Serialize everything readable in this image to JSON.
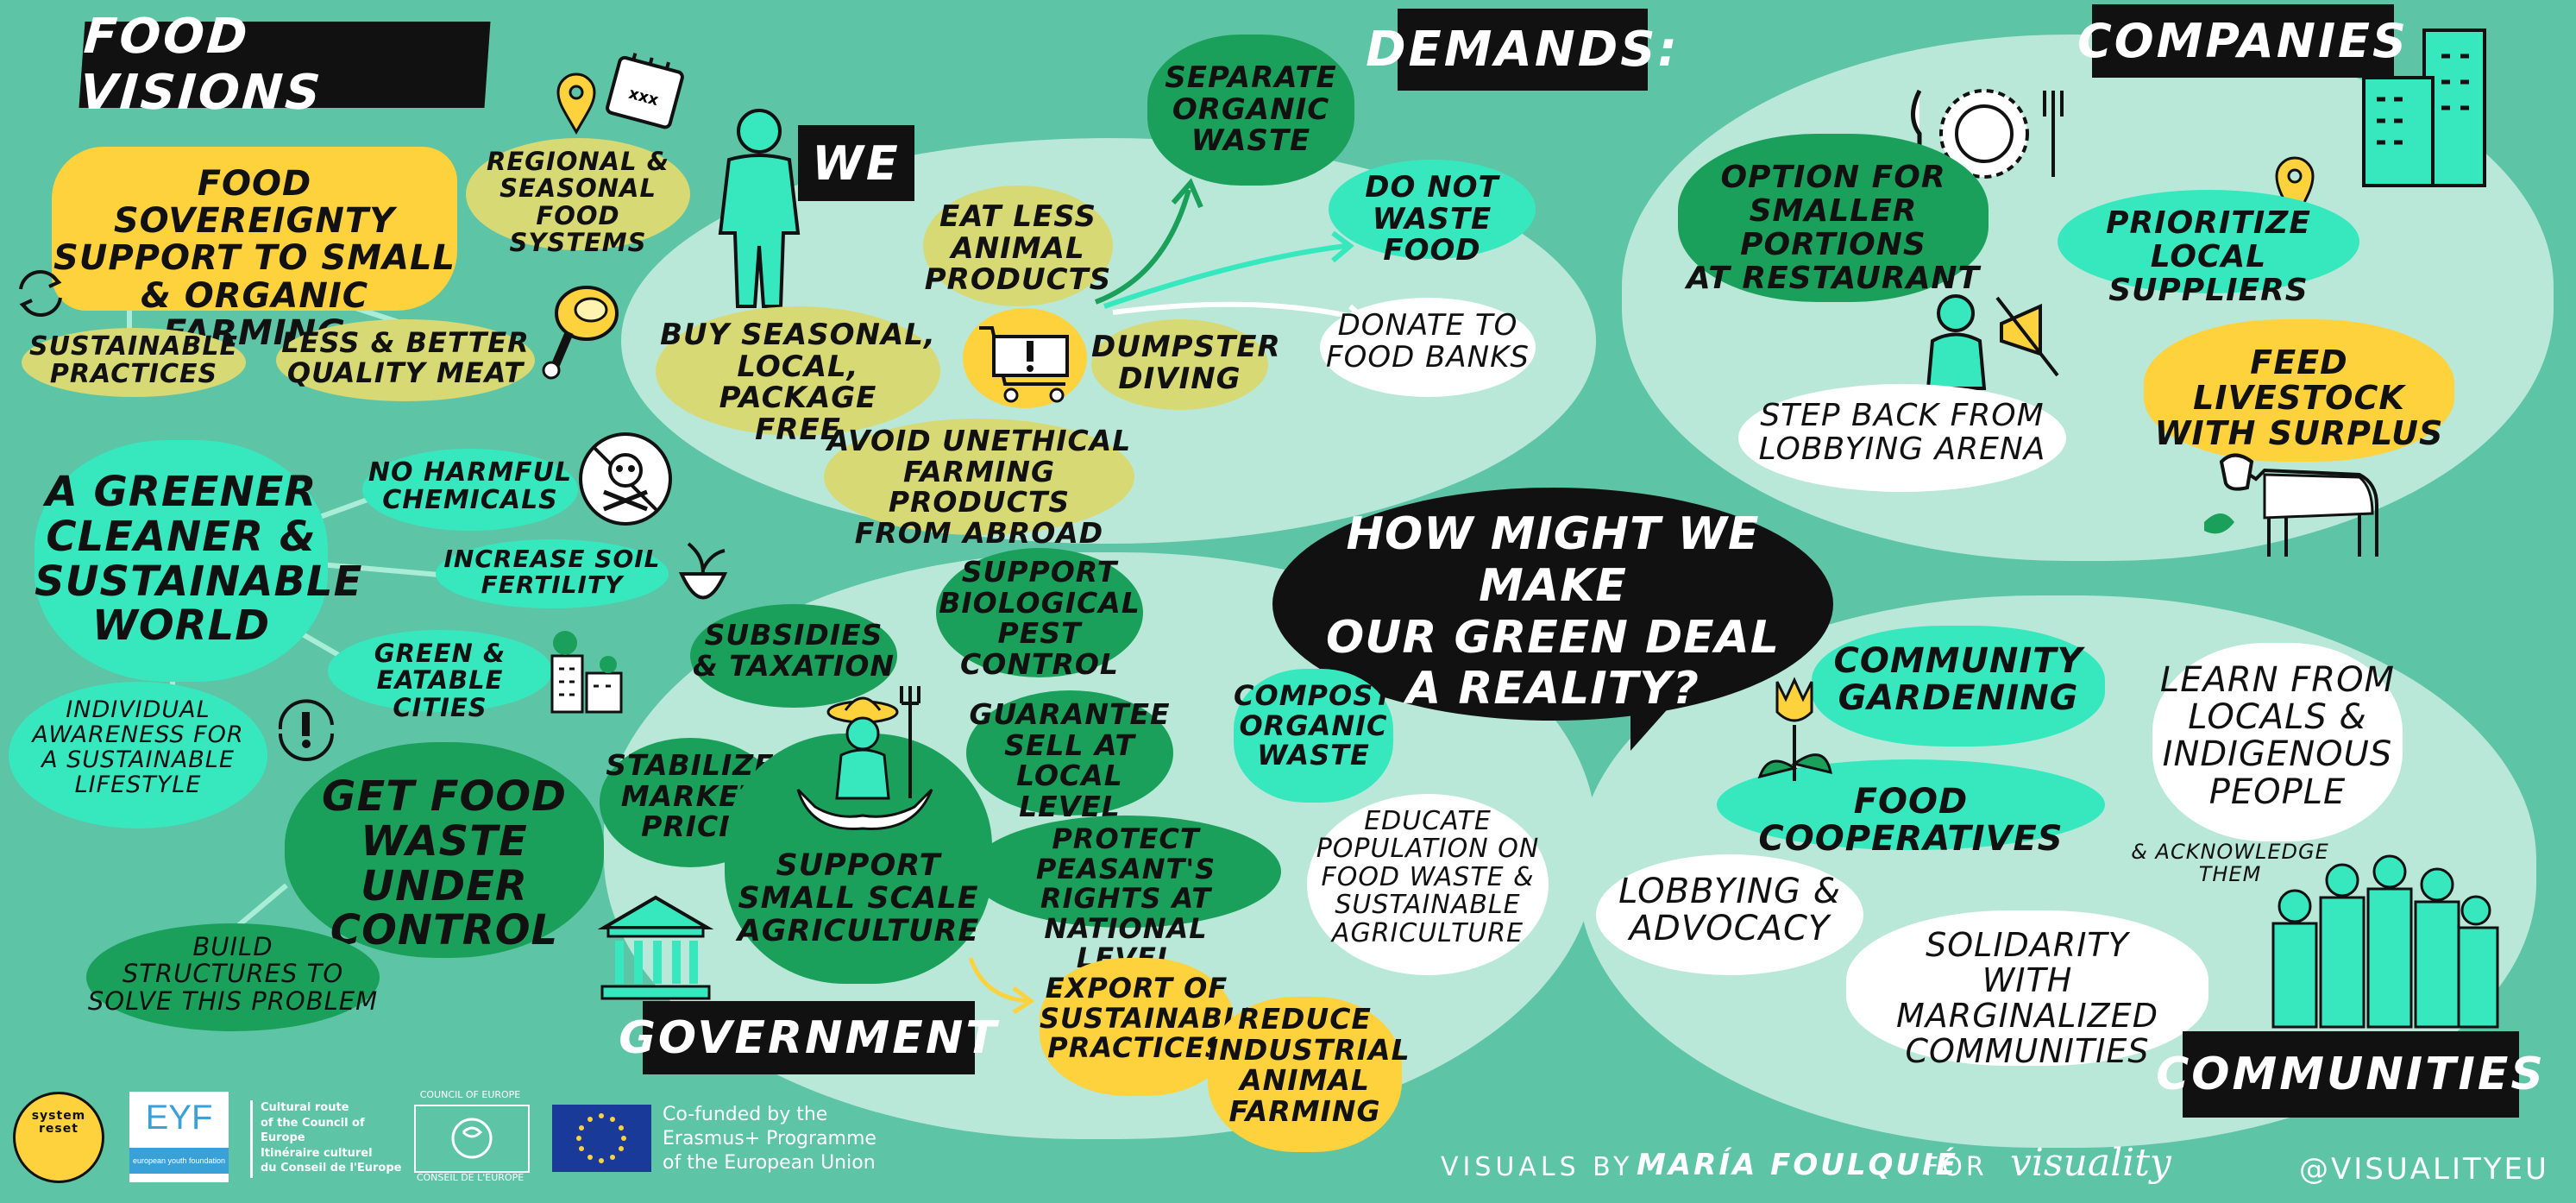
{
  "headers": {
    "food_visions": "FOOD VISIONS",
    "demands": "DEMANDS:",
    "companies": "COMPANIES",
    "we": "WE",
    "government": "GOVERNMENT",
    "communities": "COMMUNITIES"
  },
  "center_question": "HOW MIGHT WE MAKE\nOUR GREEN DEAL\nA REALITY?",
  "food_visions": {
    "food_sovereignty": "FOOD SOVEREIGNTY\nSUPPORT TO SMALL\n& ORGANIC FARMING",
    "regional": "REGIONAL &\nSEASONAL\nFOOD SYSTEMS",
    "sustainable_practices": "SUSTAINABLE\nPRACTICES",
    "less_better_meat": "LESS & BETTER\nQUALITY MEAT",
    "greener_world": "A GREENER\nCLEANER &\nSUSTAINABLE\nWORLD",
    "no_harmful": "NO HARMFUL\nCHEMICALS",
    "soil_fertility": "INCREASE SOIL\nFERTILITY",
    "green_cities": "GREEN &\nEATABLE CITIES",
    "individual_awareness": "INDIVIDUAL\nAWARENESS FOR\nA SUSTAINABLE\nLIFESTYLE",
    "food_waste": "GET FOOD\nWASTE UNDER\nCONTROL",
    "build_structures": "BUILD\nSTRUCTURES TO\nSOLVE THIS PROBLEM"
  },
  "we": {
    "separate_waste": "SEPARATE\nORGANIC\nWASTE",
    "eat_less": "EAT LESS\nANIMAL\nPRODUCTS",
    "buy_seasonal": "BUY SEASONAL,\nLOCAL, PACKAGE\nFREE",
    "dumpster": "DUMPSTER\nDIVING",
    "do_not_waste": "DO NOT\nWASTE FOOD",
    "donate": "DONATE TO\nFOOD BANKS",
    "avoid_unethical": "AVOID UNETHICAL\nFARMING PRODUCTS\nFROM ABROAD"
  },
  "companies": {
    "smaller_portions": "OPTION FOR\nSMALLER PORTIONS\nAT RESTAURANT",
    "prioritize_local": "PRIORITIZE\nLOCAL SUPPLIERS",
    "step_back": "STEP BACK FROM\nLOBBYING ARENA",
    "feed_livestock": "FEED LIVESTOCK\nWITH SURPLUS"
  },
  "government": {
    "subsidies": "SUBSIDIES\n& TAXATION",
    "bio_pest": "SUPPORT\nBIOLOGICAL\nPEST CONTROL",
    "guarantee": "GUARANTEE\nSELL AT\nLOCAL LEVEL",
    "stabilize": "STABILIZE\nMARKET\nPRICE",
    "peasants": "PROTECT PEASANT'S\nRIGHTS AT NATIONAL\nLEVEL",
    "small_scale": "SUPPORT\nSMALL SCALE\nAGRICULTURE",
    "export": "EXPORT OF\nSUSTAINABLE\nPRACTICES",
    "reduce_industrial": "REDUCE\nINDUSTRIAL\nANIMAL\nFARMING",
    "compost": "COMPOST\nORGANIC\nWASTE",
    "educate": "EDUCATE\nPOPULATION ON\nFOOD WASTE &\nSUSTAINABLE\nAGRICULTURE"
  },
  "communities": {
    "gardening": "COMMUNITY\nGARDENING",
    "cooperatives": "FOOD COOPERATIVES",
    "learn": "LEARN FROM\nLOCALS &\nINDIGENOUS\nPEOPLE",
    "acknowledge": "& ACKNOWLEDGE\nTHEM",
    "lobbying": "LOBBYING &\nADVOCACY",
    "solidarity": "SOLIDARITY\nWITH MARGINALIZED\nCOMMUNITIES"
  },
  "footer": {
    "system_reset": "system\nreset",
    "eyf": "EYF",
    "eyf_sub": "european youth foundation",
    "cultural_route": "Cultural route\nof the Council of Europe\nItinéraire culturel\ndu Conseil de l'Europe",
    "coe_top": "COUNCIL OF EUROPE",
    "coe_bottom": "CONSEIL DE L'EUROPE",
    "erasmus": "Co-funded by the\nErasmus+ Programme\nof the European Union",
    "credit_prefix": "VISUALS BY",
    "credit_name": "MARÍA FOULQUIÉ",
    "credit_for": "FOR",
    "credit_brand": "visuality",
    "credit_handle": "@VISUALITYEU"
  },
  "colors": {
    "background": "#5ec4a6",
    "bubble": "#b9e8d8",
    "yellow": "#fdd23d",
    "olive": "#d7d974",
    "mint": "#37e8bf",
    "dark_green": "#1aa05b",
    "black": "#111111"
  }
}
